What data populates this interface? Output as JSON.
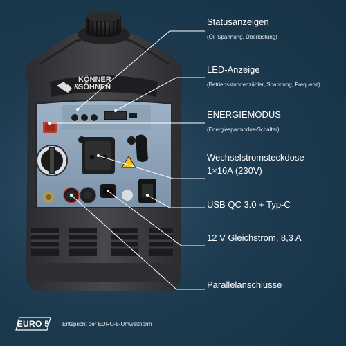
{
  "labels": [
    {
      "title": "Statusanzeigen",
      "subtitle": "(Öl, Spannung, Überlastung)"
    },
    {
      "title": "LED-Anzeige",
      "subtitle": "(Betriebsstundenzähler, Spannung, Frequenz)"
    },
    {
      "title": "ENERGIEMODUS",
      "subtitle": "(Energiesparmodus-Schalter)"
    },
    {
      "title": "Wechselstromsteckdose",
      "subtitle": "1×16A (230V)"
    },
    {
      "title": "USB QC 3.0 + Typ-C",
      "subtitle": ""
    },
    {
      "title": "12 V Gleichstrom, 8,3 A",
      "subtitle": ""
    },
    {
      "title": "Parallelanschlüsse",
      "subtitle": ""
    }
  ],
  "footer": {
    "badge": "EURO 5",
    "description": "Entspricht der EURO-5-Umweltnorm"
  },
  "product": {
    "brand_line1": "KÖNNER",
    "brand_line2": "SÖHNEN",
    "brand_prefix": "&"
  },
  "colors": {
    "background": "#1d3a4f",
    "housing": "#3a3c3f",
    "panel": "#8fa5bb",
    "accent_red": "#c0392b"
  }
}
